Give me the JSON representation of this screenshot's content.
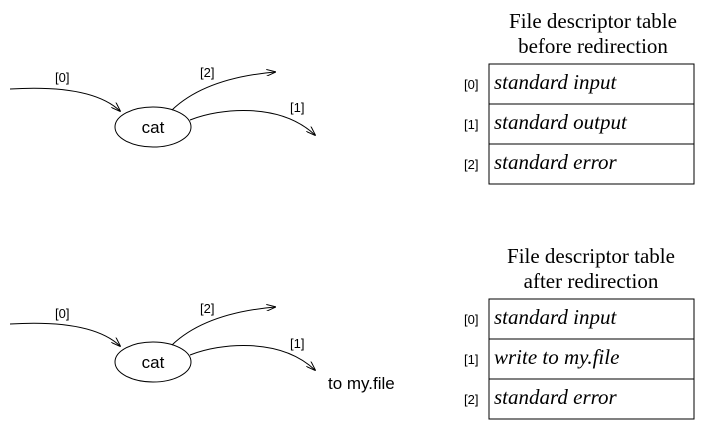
{
  "diagrams": [
    {
      "id": "before",
      "process": "cat",
      "arrows": [
        {
          "fd": "[0]"
        },
        {
          "fd": "[2]"
        },
        {
          "fd": "[1]"
        }
      ],
      "target": "",
      "table": {
        "title_lines": [
          "File descriptor table",
          "before redirection"
        ],
        "rows": [
          {
            "index": "[0]",
            "value": "standard input"
          },
          {
            "index": "[1]",
            "value": "standard output"
          },
          {
            "index": "[2]",
            "value": "standard error"
          }
        ]
      }
    },
    {
      "id": "after",
      "process": "cat",
      "arrows": [
        {
          "fd": "[0]"
        },
        {
          "fd": "[2]"
        },
        {
          "fd": "[1]"
        }
      ],
      "target": "to my.file",
      "table": {
        "title_lines": [
          "File descriptor table",
          "after redirection"
        ],
        "rows": [
          {
            "index": "[0]",
            "value": "standard input"
          },
          {
            "index": "[1]",
            "value": "write to my.file"
          },
          {
            "index": "[2]",
            "value": "standard error"
          }
        ]
      }
    }
  ]
}
